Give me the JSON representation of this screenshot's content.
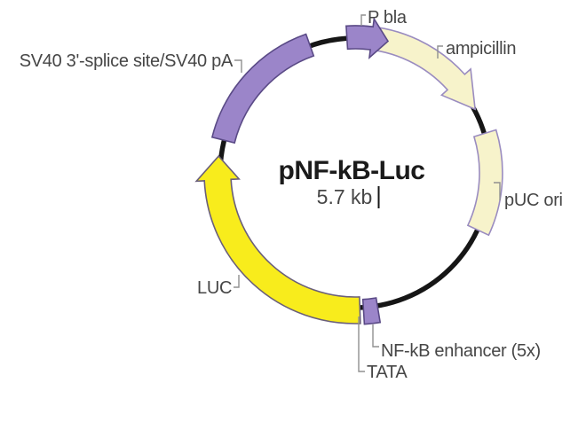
{
  "diagram": {
    "type": "plasmid map",
    "title": "pNF-kB-Luc",
    "size_label": "5.7 kb"
  },
  "features": [
    {
      "id": "pbla",
      "label": "P bla",
      "color": "#9b85c9",
      "shape": "arrow",
      "direction": "clockwise"
    },
    {
      "id": "ampicillin",
      "label": "ampicillin",
      "color": "#f7f3cb",
      "shape": "arrow",
      "direction": "clockwise"
    },
    {
      "id": "puc_ori",
      "label": "pUC ori",
      "color": "#f7f3cb",
      "shape": "arc-block"
    },
    {
      "id": "nfkb_enhancer",
      "label": "NF-kB enhancer (5x)",
      "color": "#9b85c9",
      "shape": "block"
    },
    {
      "id": "tata",
      "label": "TATA",
      "shape": "position-marker"
    },
    {
      "id": "luc",
      "label": "LUC",
      "color": "#f8ec1c",
      "shape": "arrow",
      "direction": "clockwise"
    },
    {
      "id": "sv40",
      "label": "SV40 3'-splice site/SV40 pA",
      "color": "#9b85c9",
      "shape": "arc-block"
    }
  ],
  "colors": {
    "background": "#ffffff",
    "backbone": "#161616",
    "purple_outline": "#5a4a86",
    "pale_yellow_outline": "#9a8cc0",
    "yellow_outline": "#6a5f7a",
    "label_text": "#464646",
    "title_text": "#1b1b1b",
    "leader_line": "#909090"
  }
}
